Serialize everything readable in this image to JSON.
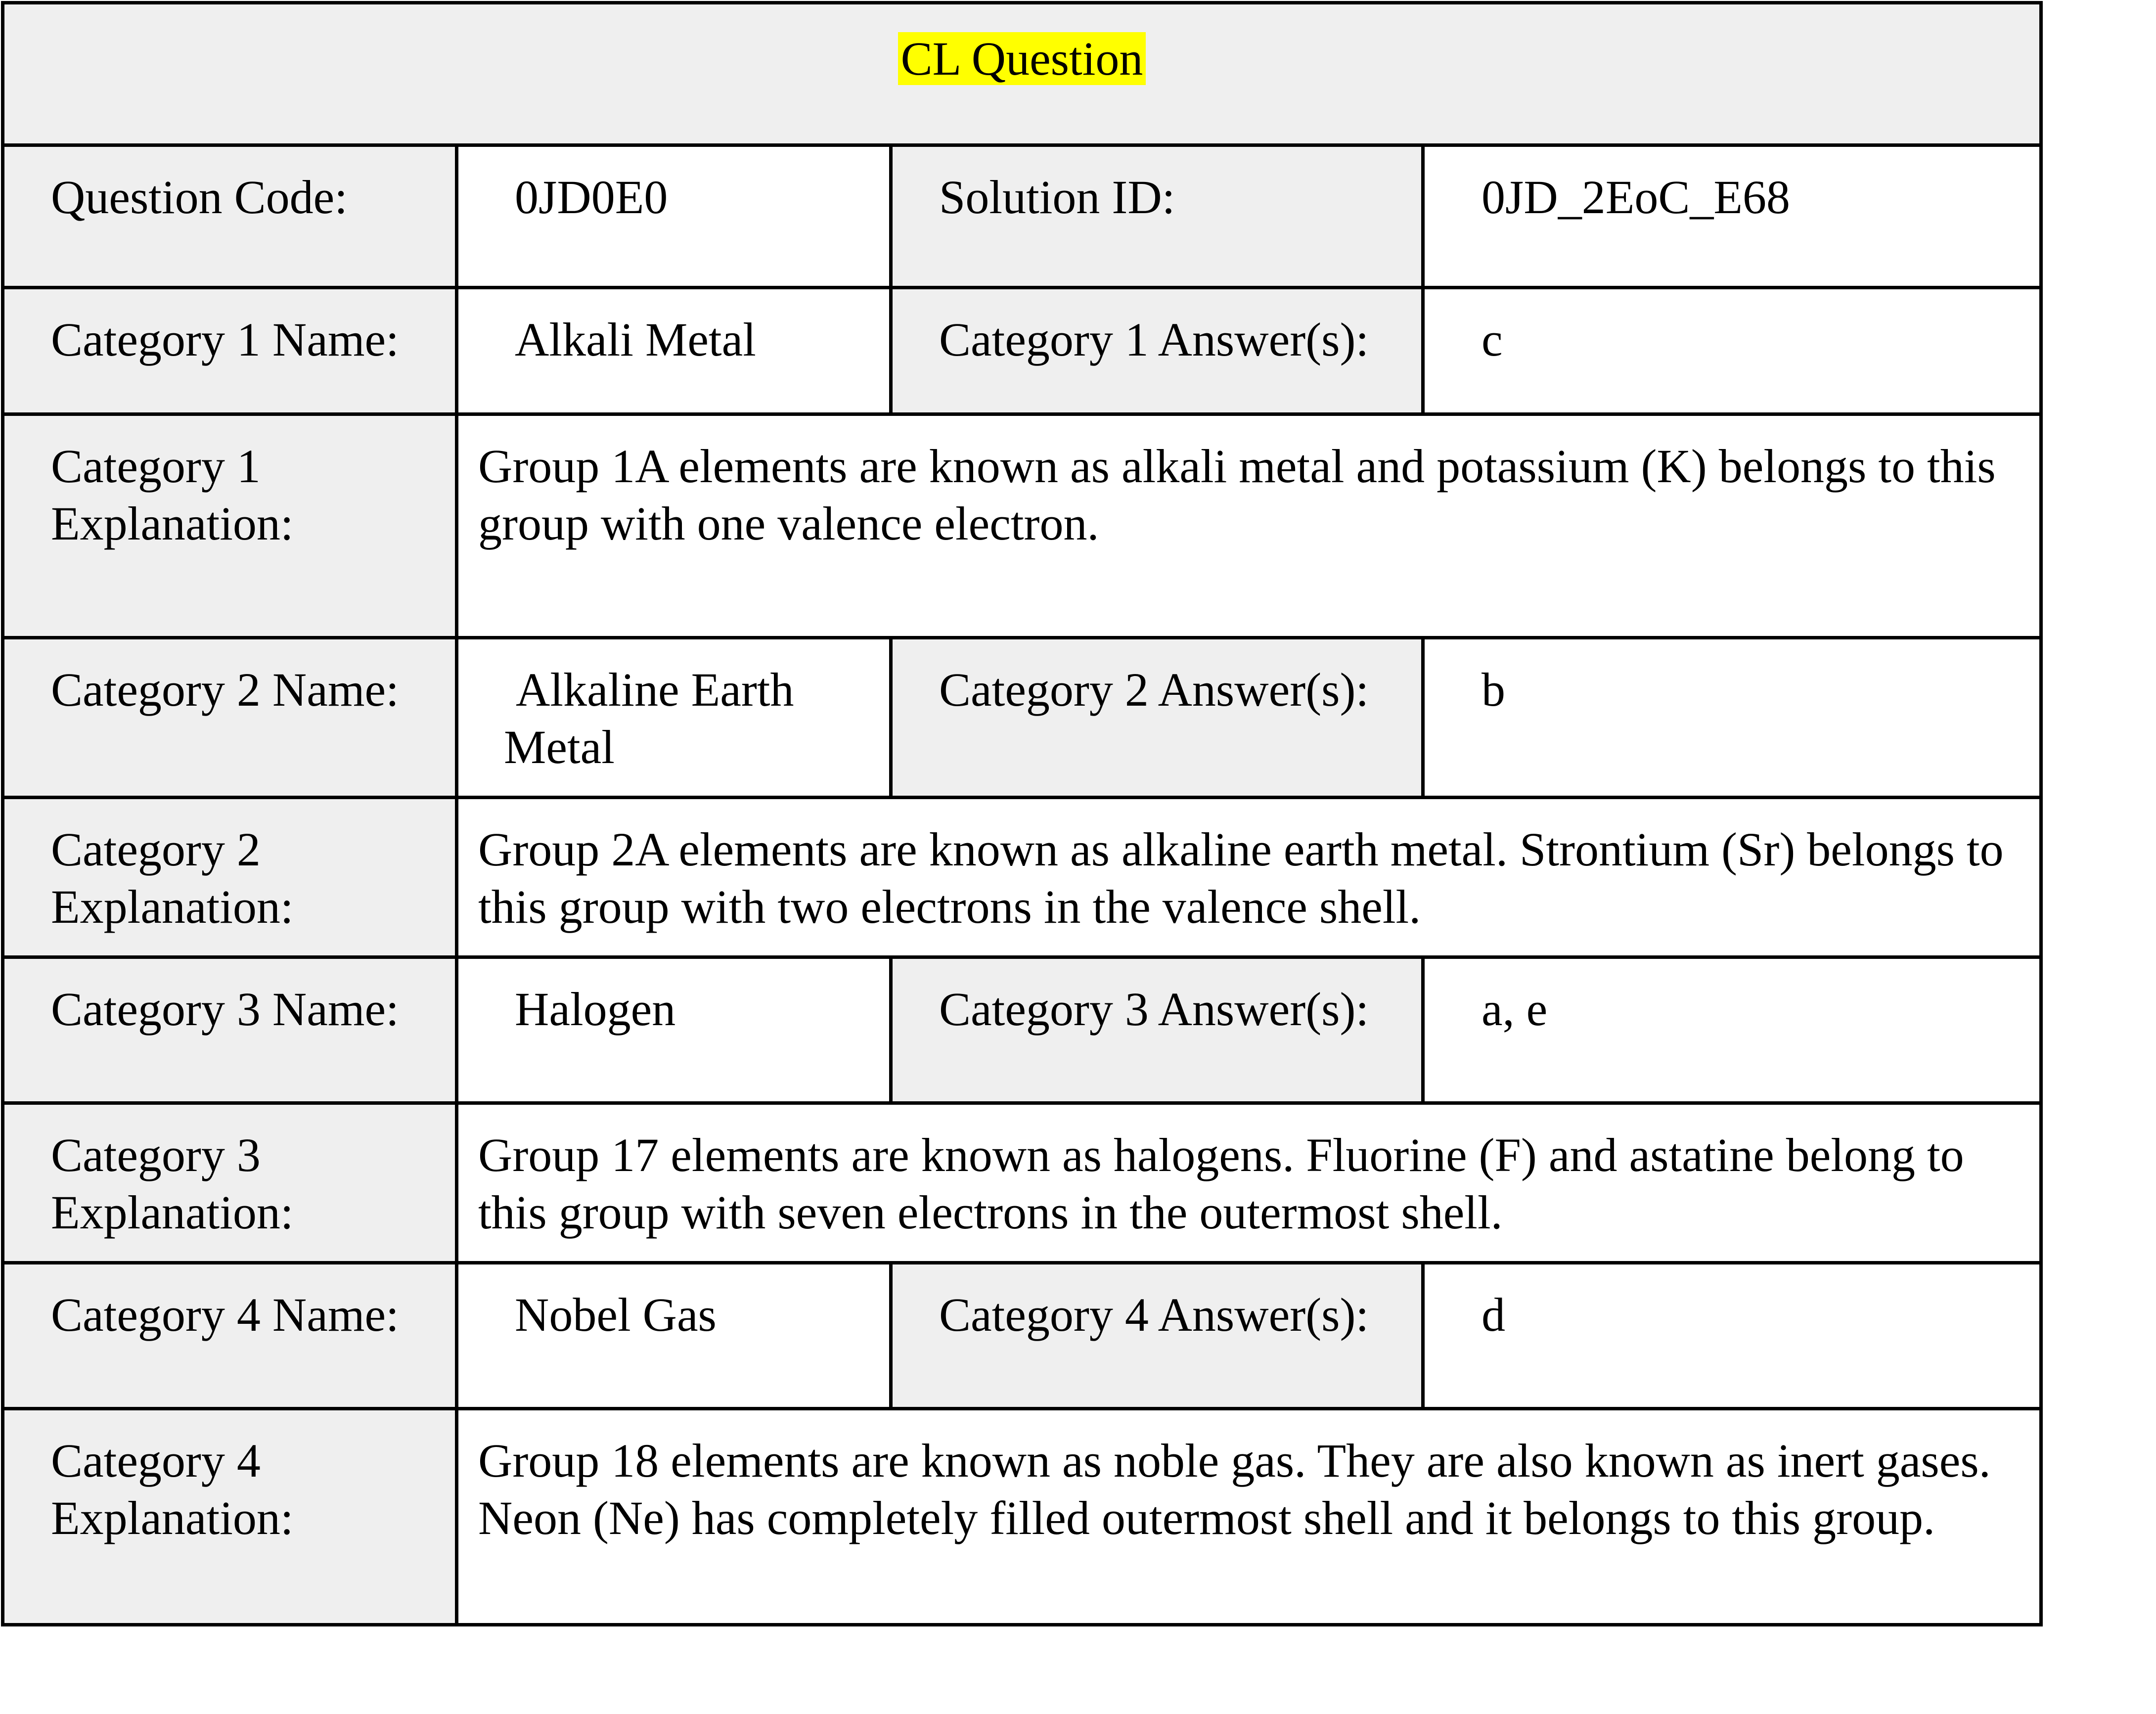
{
  "title": "CL Question",
  "colors": {
    "label_background": "#efefef",
    "value_background": "#ffffff",
    "title_highlight": "#ffff00",
    "border": "#000000"
  },
  "header": {
    "question_code_label": "Question Code:",
    "question_code_value": "0JD0E0",
    "solution_id_label": "Solution ID:",
    "solution_id_value": "0JD_2EoC_E68"
  },
  "categories": [
    {
      "name_label": "Category 1 Name:",
      "name_value": "Alkali Metal",
      "answer_label": "Category 1 Answer(s):",
      "answer_value": "c",
      "explanation_label": "Category 1 Explanation:",
      "explanation_value": "Group 1A elements are known as alkali metal and potassium (K) belongs to this group with one valence electron."
    },
    {
      "name_label": "Category 2 Name:",
      "name_value": "Alkaline Earth Metal",
      "answer_label": "Category 2 Answer(s):",
      "answer_value": "b",
      "explanation_label": "Category 2 Explanation:",
      "explanation_value": "Group 2A elements are known as alkaline earth metal. Strontium (Sr) belongs to this group with two electrons in the valence shell."
    },
    {
      "name_label": "Category 3 Name:",
      "name_value": "Halogen",
      "answer_label": "Category 3 Answer(s):",
      "answer_value": "a, e",
      "explanation_label": "Category 3 Explanation:",
      "explanation_value": "Group 17 elements are known as halogens. Fluorine (F) and astatine belong to this group with seven electrons in the outermost shell."
    },
    {
      "name_label": "Category 4 Name:",
      "name_value": "Nobel Gas",
      "answer_label": "Category 4 Answer(s):",
      "answer_value": "d",
      "explanation_label": "Category 4 Explanation:",
      "explanation_value": "Group 18 elements are known as noble gas. They are also known as inert gases. Neon (Ne) has completely filled outermost shell and it belongs to this group."
    }
  ]
}
